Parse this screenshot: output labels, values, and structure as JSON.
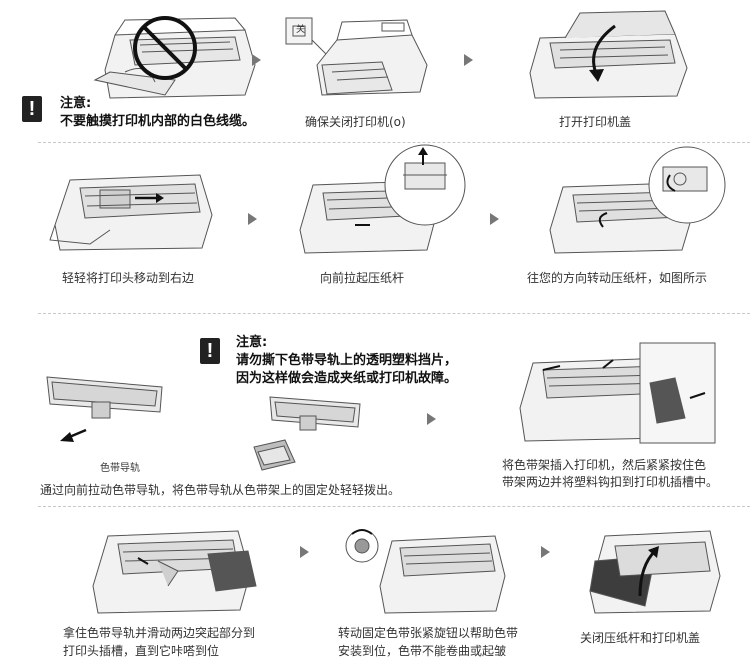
{
  "row1": {
    "warning": {
      "title": "注意:",
      "body": "不要触摸打印机内部的白色线缆。",
      "icon": "exclamation-icon"
    },
    "step2_caption": "确保关闭打印机(o)",
    "step3_caption": "打开打印机盖",
    "switch_mark": "关"
  },
  "row2": {
    "step1_caption": "轻轻将打印头移动到右边",
    "step2_caption": "向前拉起压纸杆",
    "step3_caption": "往您的方向转动压纸杆，如图所示"
  },
  "row3": {
    "warning": {
      "title": "注意:",
      "line1": "请勿撕下色带导轨上的透明塑料挡片，",
      "line2": "因为这样做会造成夹纸或打印机故障。",
      "icon": "exclamation-icon"
    },
    "ribbon_guide_label": "色带导轨",
    "step1_caption": "通过向前拉动色带导轨，将色带导轨从色带架上的固定处轻轻拨出。",
    "step2_line1": "将色带架插入打印机，然后紧紧按住色",
    "step2_line2": "带架两边并将塑料钩扣到打印机插槽中。"
  },
  "row4": {
    "step1_line1": "拿住色带导轨并滑动两边突起部分到",
    "step1_line2": "打印头插槽，直到它咔嗒到位",
    "step2_line1": "转动固定色带张紧旋钮以帮助色带",
    "step2_line2": "安装到位，色带不能卷曲或起皱",
    "step3_caption": "关闭压纸杆和打印机盖"
  }
}
